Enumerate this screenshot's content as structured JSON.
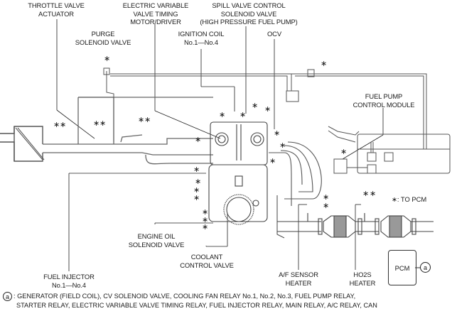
{
  "labels": {
    "throttle_valve_actuator": [
      "THROTTLE VALVE",
      "ACTUATOR"
    ],
    "purge_solenoid_valve": [
      "PURGE",
      "SOLENOID VALVE"
    ],
    "electric_vvt_motor": [
      "ELECTRIC VARIABLE",
      "VALVE TIMING",
      "MOTOR/DRIVER"
    ],
    "ignition_coil": [
      "IGNITION COIL",
      "No.1—No.4"
    ],
    "spill_valve": [
      "SPILL VALVE CONTROL",
      "SOLENOID VALVE",
      "(HIGH PRESSURE FUEL PUMP)"
    ],
    "ocv": [
      "OCV"
    ],
    "fuel_pump_control_module": [
      "FUEL PUMP",
      "CONTROL MODULE"
    ],
    "engine_oil_solenoid": [
      "ENGINE OIL",
      "SOLENOID VALVE"
    ],
    "coolant_control_valve": [
      "COOLANT",
      "CONTROL VALVE"
    ],
    "fuel_injector": [
      "FUEL INJECTOR",
      "No.1—No.4"
    ],
    "af_sensor_heater": [
      "A/F SENSOR",
      "HEATER"
    ],
    "ho2s_heater": [
      "HO2S",
      "HEATER"
    ]
  },
  "legend": {
    "symbol": "∗",
    "text": ": TO PCM"
  },
  "pcm": {
    "label": "PCM",
    "connector": "a"
  },
  "footnote": {
    "marker": "a",
    "line1": ": GENERATOR (FIELD COIL), CV SOLENOID VALVE, COOLING FAN RELAY No.1, No.2, No.3, FUEL PUMP RELAY,",
    "line2": "STARTER RELAY, ELECTRIC VARIABLE VALVE TIMING RELAY, FUEL INJECTOR RELAY, MAIN RELAY, A/C RELAY, CAN"
  },
  "marker_glyph": "∗"
}
